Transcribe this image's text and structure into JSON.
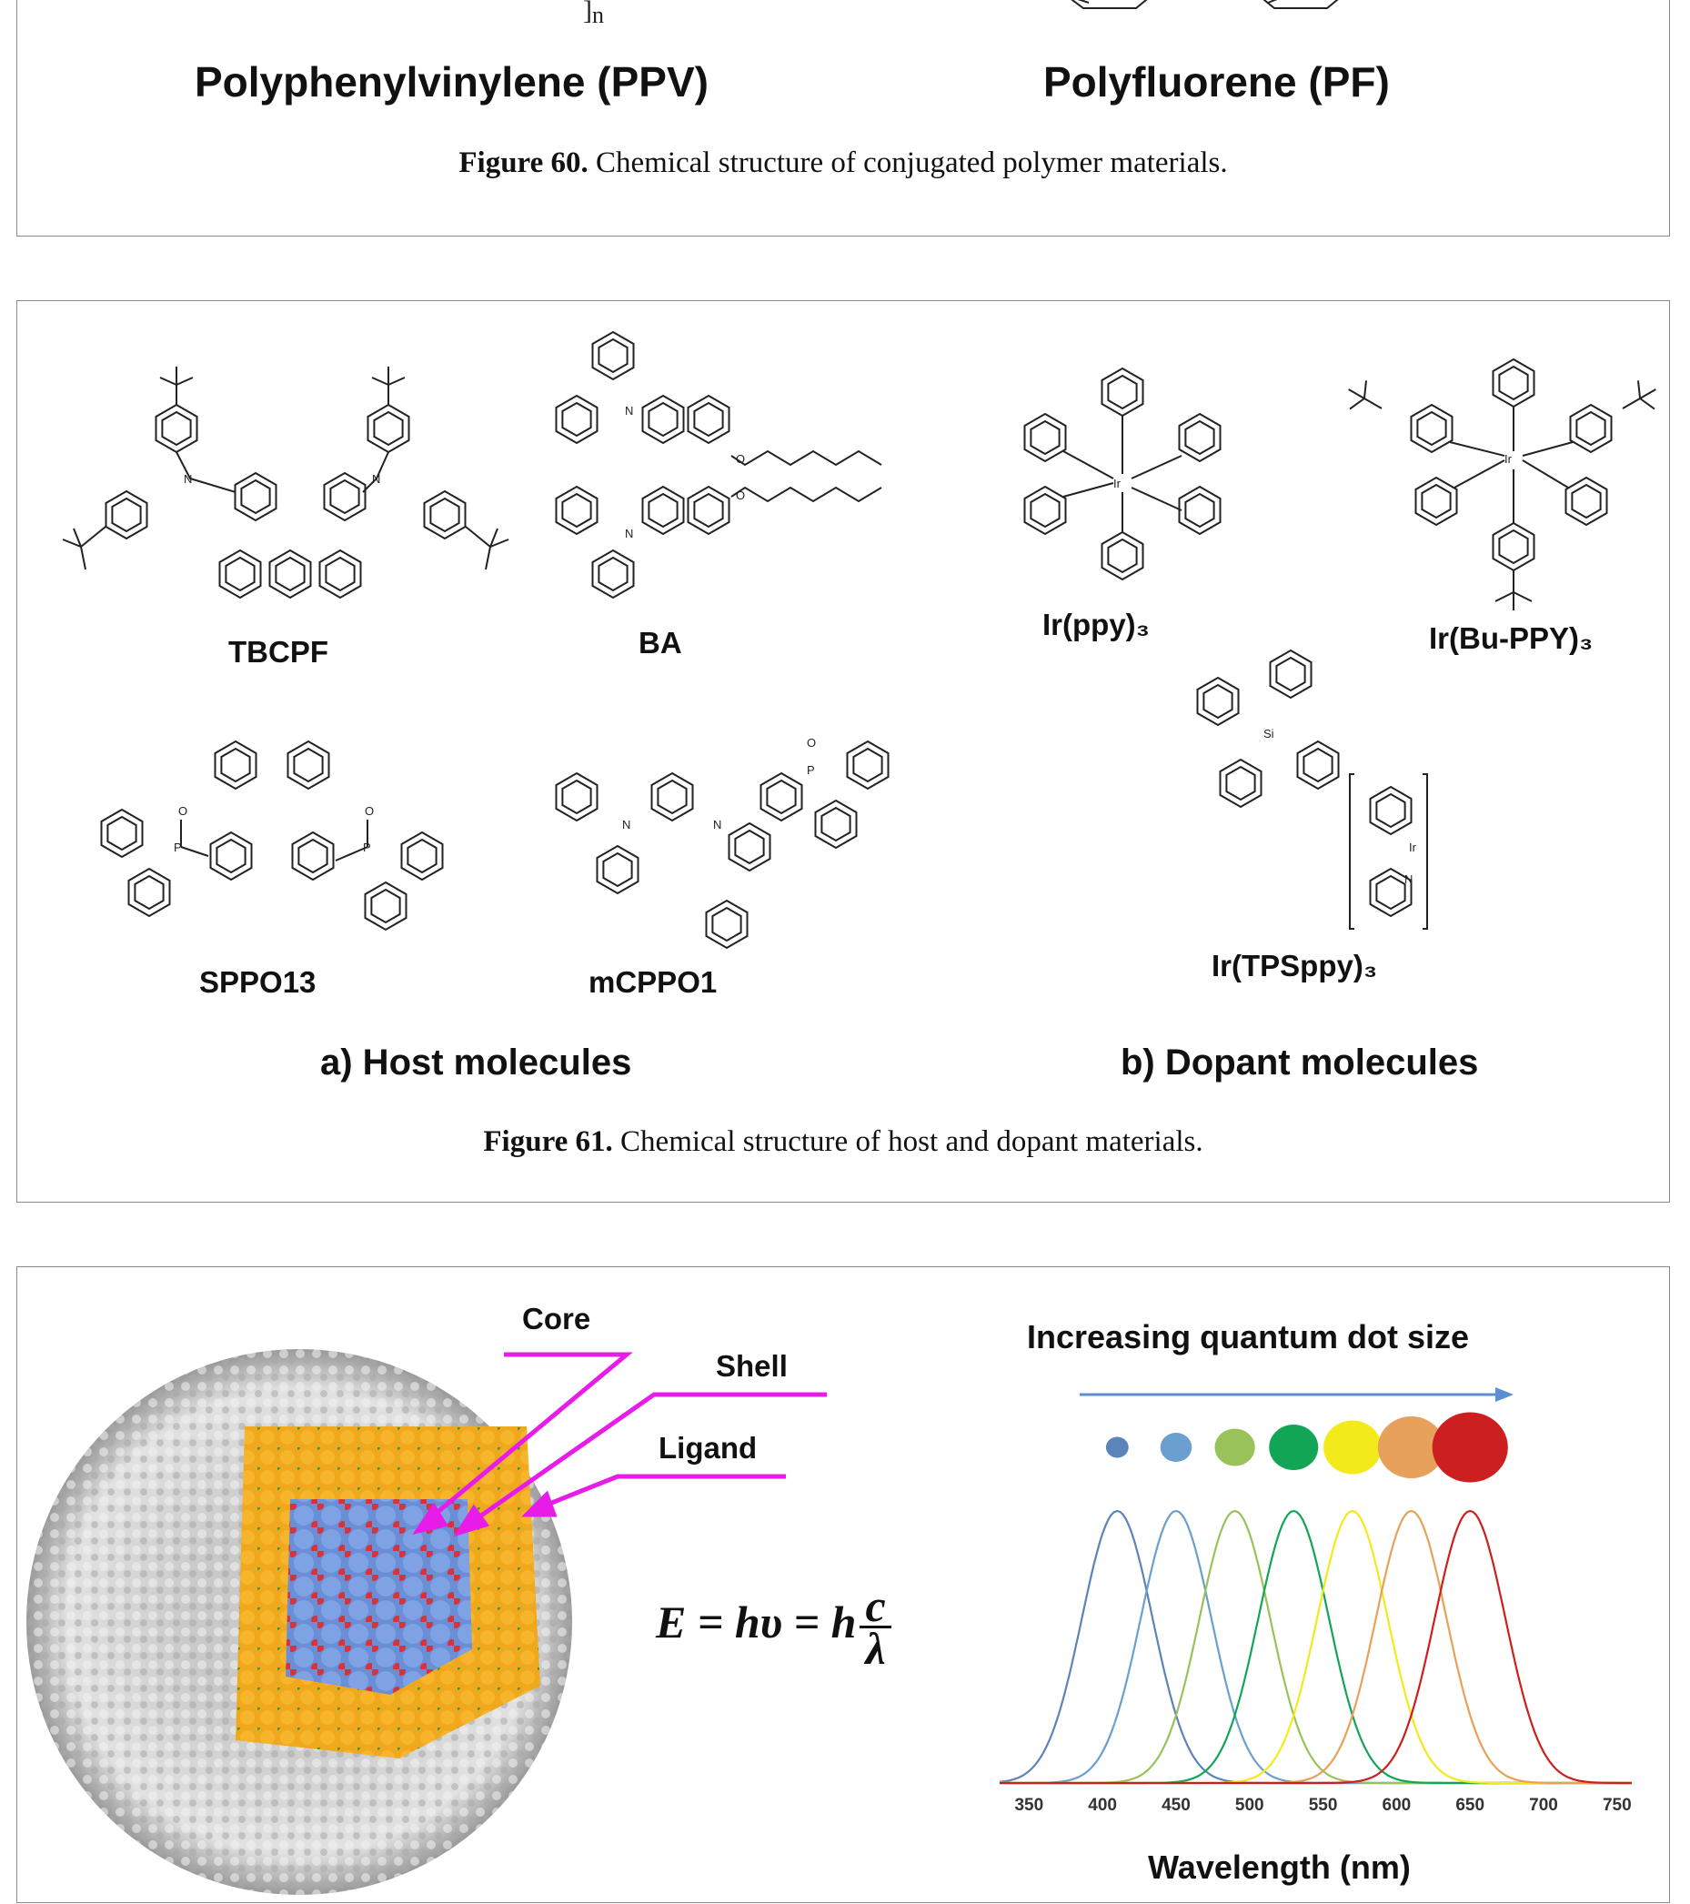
{
  "figure60": {
    "polymers": [
      {
        "label": "Polyphenylvinylene (PPV)"
      },
      {
        "label": "Polyfluorene (PF)"
      }
    ],
    "subscript_n": "n",
    "caption_prefix": "Figure 60.",
    "caption_text": " Chemical structure of conjugated polymer materials."
  },
  "figure61": {
    "host_molecules": [
      "TBCPF",
      "BA",
      "SPPO13",
      "mCPPO1"
    ],
    "dopant_molecules": [
      "Ir(ppy)₃",
      "Ir(Bu-PPY)₃",
      "Ir(TPSppy)₃"
    ],
    "section_a": "a) Host molecules",
    "section_b": "b) Dopant molecules",
    "atoms": {
      "N": "N",
      "O": "O",
      "P": "P",
      "Ir": "Ir",
      "Si": "Si"
    },
    "caption_prefix": "Figure 61.",
    "caption_text": " Chemical structure of host and dopant materials."
  },
  "figure62": {
    "labels": {
      "core": "Core",
      "shell": "Shell",
      "ligand": "Ligand"
    },
    "formula": {
      "lhs": "E = hυ = h",
      "num": "c",
      "den": "λ"
    },
    "arrow_title": "Increasing quantum dot size",
    "colors": {
      "pointer": "#e81ce8",
      "arrow": "#5b8fd1"
    },
    "chart_data": {
      "type": "line",
      "xlabel": "Wavelength (nm)",
      "ylabel": "",
      "xlim": [
        330,
        760
      ],
      "ticks": [
        350,
        400,
        450,
        500,
        550,
        600,
        650,
        700,
        750
      ],
      "series": [
        {
          "peak": 410,
          "width": 24,
          "color": "#5b84b8",
          "dot_size": 1
        },
        {
          "peak": 450,
          "width": 24,
          "color": "#6a9fd0",
          "dot_size": 2
        },
        {
          "peak": 490,
          "width": 24,
          "color": "#99c35a",
          "dot_size": 3
        },
        {
          "peak": 530,
          "width": 24,
          "color": "#12a556",
          "dot_size": 4
        },
        {
          "peak": 570,
          "width": 24,
          "color": "#f3ea1c",
          "dot_size": 5
        },
        {
          "peak": 610,
          "width": 24,
          "color": "#e7a15a",
          "dot_size": 6
        },
        {
          "peak": 650,
          "width": 24,
          "color": "#cc1f1f",
          "dot_size": 7
        }
      ]
    }
  }
}
